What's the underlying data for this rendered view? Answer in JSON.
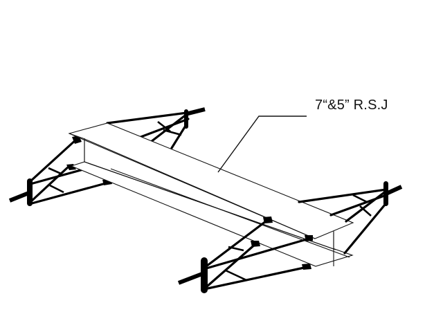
{
  "diagram": {
    "type": "technical line drawing",
    "subject": "RSJ steel beam on two wheeled A-frame trestles",
    "annotation": {
      "label": "7“&5” R.S.J"
    },
    "components": [
      {
        "name": "rsj-beam",
        "description": "I-section rolled steel joist"
      },
      {
        "name": "trestle-left",
        "description": "A-frame with axle and wheel"
      },
      {
        "name": "trestle-right",
        "description": "A-frame with axle and wheel"
      },
      {
        "name": "leader-line",
        "description": "callout line pointing to beam"
      }
    ],
    "colors": {
      "line": "#000000",
      "background": "#ffffff"
    }
  }
}
